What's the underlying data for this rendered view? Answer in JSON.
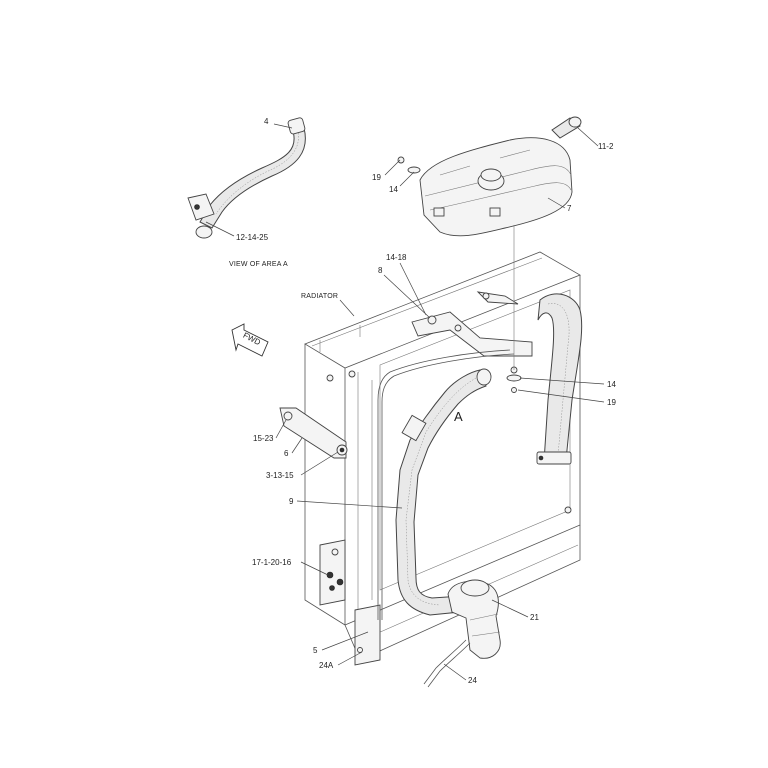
{
  "callouts": {
    "c4": "4",
    "c12_14_25": "12-14-25",
    "view_note": "VIEW OF AREA A",
    "c19_top": "19",
    "c14_top": "14",
    "c11_2": "11-2",
    "c7": "7",
    "c14_18": "14-18",
    "c8": "8",
    "radiator": "RADIATOR",
    "fwd": "FWD",
    "area_a": "A",
    "c14_mid": "14",
    "c19_mid": "19",
    "c15_23": "15-23",
    "c6": "6",
    "c3_13_15": "3-13-15",
    "c9": "9",
    "c17_1_20_16": "17-1-20-16",
    "c21": "21",
    "c5": "5",
    "c24A": "24A",
    "c24": "24"
  }
}
